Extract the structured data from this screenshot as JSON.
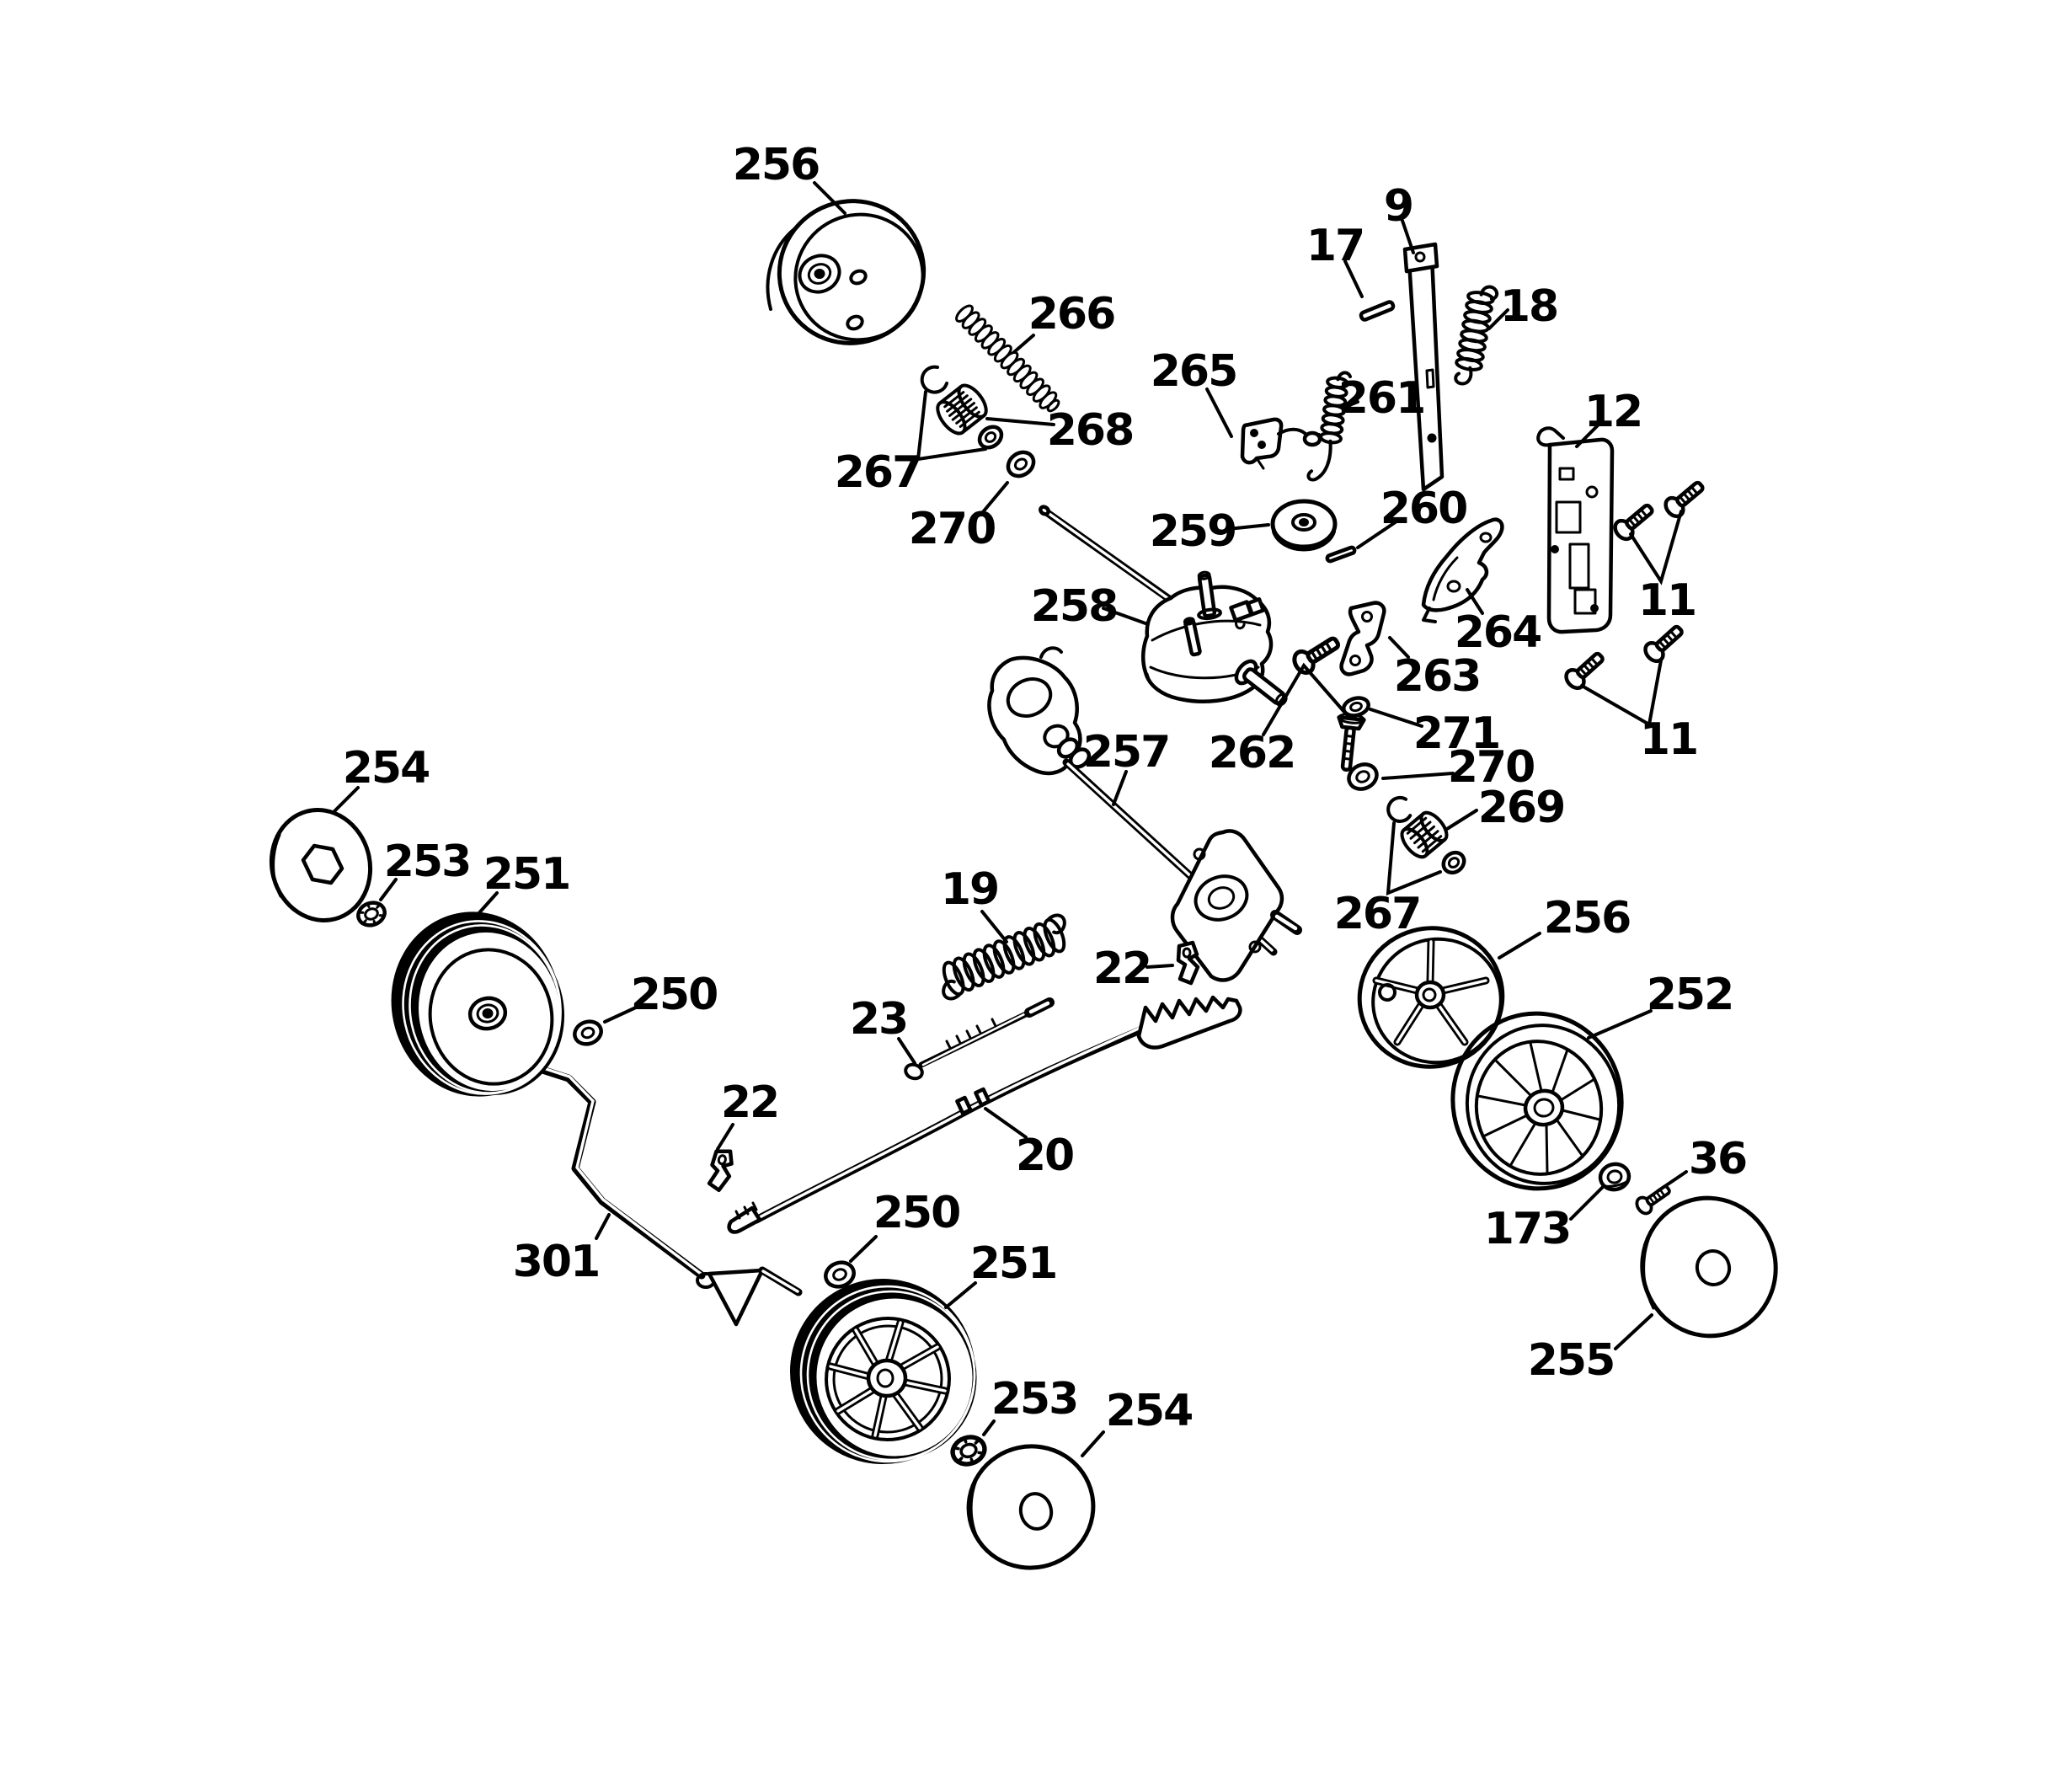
{
  "diagram": {
    "type": "exploded-parts-diagram",
    "background": "#ffffff",
    "ink": "#000000"
  },
  "callouts": {
    "c256a": "256",
    "c266": "266",
    "c268": "268",
    "c267a": "267",
    "c270a": "270",
    "c265": "265",
    "c261": "261",
    "c259": "259",
    "c260": "260",
    "c17": "17",
    "c9": "9",
    "c18": "18",
    "c12": "12",
    "c11a": "11",
    "c11b": "11",
    "c264": "264",
    "c263": "263",
    "c258": "258",
    "c262": "262",
    "c271": "271",
    "c270b": "270",
    "c269": "269",
    "c267b": "267",
    "c257": "257",
    "c19": "19",
    "c22a": "22",
    "c23": "23",
    "c20": "20",
    "c254a": "254",
    "c253a": "253",
    "c251a": "251",
    "c250a": "250",
    "c22b": "22",
    "c301": "301",
    "c250b": "250",
    "c251b": "251",
    "c253b": "253",
    "c254b": "254",
    "c256b": "256",
    "c252": "252",
    "c36": "36",
    "c173": "173",
    "c255": "255"
  },
  "part_numbers": [
    "9",
    "11",
    "12",
    "17",
    "18",
    "19",
    "20",
    "22",
    "23",
    "36",
    "173",
    "250",
    "251",
    "252",
    "253",
    "254",
    "255",
    "256",
    "257",
    "258",
    "259",
    "260",
    "261",
    "262",
    "263",
    "264",
    "265",
    "266",
    "267",
    "268",
    "269",
    "270",
    "271",
    "301"
  ]
}
